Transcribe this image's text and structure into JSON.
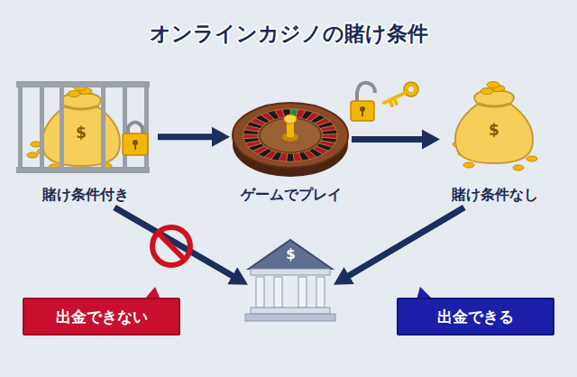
{
  "diagram": {
    "title": "オンラインカジノの賭け条件",
    "nodes": [
      {
        "text": [
          "賭け条件付き"
        ]
      },
      {
        "text": [
          "ゲームでプレイ"
        ]
      },
      {
        "text": [
          "賭け条件なし"
        ]
      },
      {
        "text": [
          "$"
        ]
      },
      {
        "text": [
          "出金できない"
        ]
      },
      {
        "text": [
          "出金できる"
        ]
      }
    ],
    "edges": [
      {
        "from": 0,
        "to": 1,
        "arrow": "to"
      },
      {
        "from": 1,
        "to": 2,
        "arrow": "to"
      },
      {
        "from": 0,
        "to": 3,
        "arrow": "to"
      },
      {
        "from": 2,
        "to": 3,
        "arrow": "to"
      }
    ],
    "labels": [
      "$",
      "$"
    ]
  }
}
